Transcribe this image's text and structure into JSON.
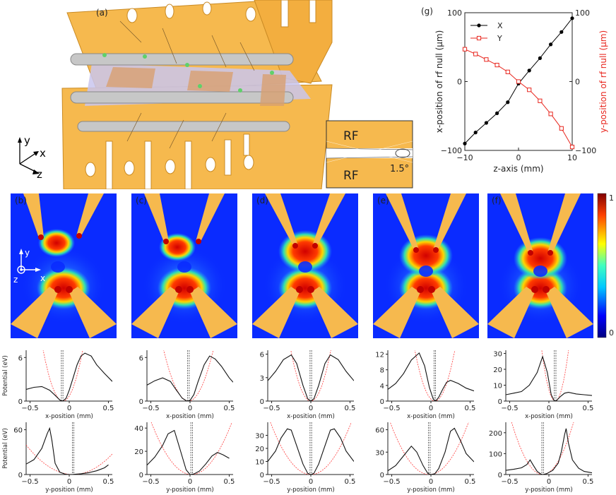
{
  "labels": {
    "a": "(a)",
    "g": "(g)",
    "b": "(b)",
    "c": "(c)",
    "d": "(d)",
    "e": "(e)",
    "f": "(f)",
    "rf_top": "RF",
    "rf_bottom": "RF",
    "angle": "1.5°",
    "axis_y": "y",
    "axis_x": "x",
    "axis_z": "z",
    "field_y": "y",
    "field_x": "x",
    "field_z": "z"
  },
  "colors": {
    "electrode": "#f6b94e",
    "electrode_edge": "#c98a24",
    "rod": "#c7c7c7",
    "field_low": "#0a2bff",
    "x_series": "#000000",
    "y_series": "#e8261e",
    "fit_curve": "#ff3b3b"
  },
  "colorbar": {
    "max_label": "1",
    "min_label": "0"
  },
  "chart_data": [
    {
      "id": "g",
      "type": "line",
      "xlabel": "z-axis (mm)",
      "ylabel_left": "x-position of rf null (μm)",
      "ylabel_right": "y-position of rf null (μm)",
      "xlim": [
        -10,
        10
      ],
      "ylim": [
        -100,
        100
      ],
      "x_ticks": [
        "−10",
        "0",
        "10"
      ],
      "y_ticks_left": [
        "100",
        "0",
        "−100"
      ],
      "y_ticks_right": [
        "100",
        "0",
        "−100"
      ],
      "legend_position": "top-left",
      "series": [
        {
          "name": "X",
          "marker": "circle",
          "color": "#000000",
          "x": [
            -10,
            -8,
            -6,
            -4,
            -2,
            0,
            2,
            4,
            6,
            8,
            10
          ],
          "y": [
            -90,
            -74,
            -60,
            -46,
            -30,
            -3,
            16,
            34,
            54,
            72,
            92
          ]
        },
        {
          "name": "Y",
          "marker": "square",
          "color": "#e8261e",
          "x": [
            -10,
            -8,
            -6,
            -4,
            -2,
            0,
            2,
            4,
            6,
            8,
            10
          ],
          "y": [
            47,
            40,
            32,
            24,
            14,
            0,
            -12,
            -28,
            -47,
            -68,
            -95
          ]
        }
      ]
    },
    {
      "id": "b",
      "type": "line",
      "panel": "b",
      "rows": [
        {
          "ylabel": "Potential (eV)",
          "xlabel": "x-position (mm)",
          "xlim": [
            -0.55,
            0.55
          ],
          "ylim": [
            0,
            7
          ],
          "x_ticks": [
            "−0.5",
            "0",
            "0.5"
          ],
          "y_ticks": [
            {
              "v": 0,
              "t": "0"
            },
            {
              "v": 6,
              "t": "6"
            }
          ],
          "dashed_x": [
            -0.1,
            -0.08
          ],
          "x": [
            -0.55,
            -0.45,
            -0.35,
            -0.25,
            -0.18,
            -0.12,
            -0.08,
            -0.04,
            0,
            0.05,
            0.1,
            0.15,
            0.2,
            0.28,
            0.35,
            0.45,
            0.55
          ],
          "y": [
            1.6,
            1.9,
            2.0,
            1.5,
            0.8,
            0.15,
            0.0,
            0.4,
            1.5,
            3.2,
            5.0,
            6.2,
            6.6,
            6.2,
            5.0,
            3.8,
            2.7
          ],
          "fit_x": [
            -0.3,
            -0.08,
            0.16
          ],
          "fit_a": 110
        },
        {
          "ylabel": "Potential (eV)",
          "xlabel": "y-position (mm)",
          "xlim": [
            -0.55,
            0.55
          ],
          "ylim": [
            0,
            70
          ],
          "x_ticks": [
            "−0.5",
            "0",
            "0.5"
          ],
          "y_ticks": [
            {
              "v": 0,
              "t": "0"
            },
            {
              "v": 60,
              "t": "60"
            }
          ],
          "dashed_x": [
            0.04,
            0.06
          ],
          "x": [
            -0.55,
            -0.45,
            -0.35,
            -0.28,
            -0.25,
            -0.22,
            -0.18,
            -0.12,
            -0.05,
            0,
            0.05,
            0.15,
            0.25,
            0.35,
            0.45,
            0.5
          ],
          "y": [
            14,
            20,
            35,
            55,
            62,
            45,
            15,
            3,
            0.5,
            0,
            0.2,
            1,
            2.5,
            5,
            9,
            13
          ],
          "fit_x": [
            -0.55,
            0.05,
            0.55
          ],
          "fit_a": 110
        }
      ]
    },
    {
      "id": "c",
      "type": "line",
      "panel": "c",
      "rows": [
        {
          "xlabel": "x-position (mm)",
          "xlim": [
            -0.55,
            0.55
          ],
          "ylim": [
            0,
            7
          ],
          "x_ticks": [
            "−0.5",
            "0",
            "0.5"
          ],
          "y_ticks": [
            {
              "v": 0,
              "t": "0"
            },
            {
              "v": 6,
              "t": "6"
            }
          ],
          "dashed_x": [
            -0.03,
            -0.01
          ],
          "x": [
            -0.55,
            -0.45,
            -0.35,
            -0.25,
            -0.18,
            -0.1,
            -0.04,
            0,
            0.05,
            0.1,
            0.18,
            0.25,
            0.32,
            0.4,
            0.5,
            0.55
          ],
          "y": [
            2.2,
            2.8,
            3.2,
            2.7,
            1.6,
            0.4,
            0.0,
            0.1,
            0.9,
            2.6,
            5.0,
            6.2,
            5.8,
            4.8,
            3.2,
            2.6
          ],
          "fit_x": [
            -0.32,
            -0.02,
            0.26
          ],
          "fit_a": 70
        },
        {
          "xlabel": "y-position (mm)",
          "xlim": [
            -0.55,
            0.55
          ],
          "ylim": [
            0,
            45
          ],
          "x_ticks": [
            "−0.5",
            "0",
            "0.5"
          ],
          "y_ticks": [
            {
              "v": 0,
              "t": "0"
            },
            {
              "v": 20,
              "t": "20"
            },
            {
              "v": 40,
              "t": "40"
            }
          ],
          "dashed_x": [
            0.01,
            0.03
          ],
          "x": [
            -0.55,
            -0.45,
            -0.35,
            -0.28,
            -0.2,
            -0.12,
            -0.05,
            0,
            0.05,
            0.12,
            0.2,
            0.28,
            0.35,
            0.42,
            0.5
          ],
          "y": [
            8,
            15,
            25,
            35,
            38,
            20,
            4,
            0,
            0.5,
            3,
            9,
            16,
            19,
            17,
            14
          ],
          "fit_x": [
            -0.55,
            0.02,
            0.55
          ],
          "fit_a": 170
        }
      ]
    },
    {
      "id": "d",
      "type": "line",
      "panel": "d",
      "rows": [
        {
          "xlabel": "x-position (mm)",
          "xlim": [
            -0.55,
            0.55
          ],
          "ylim": [
            0,
            6.5
          ],
          "x_ticks": [
            "−0.5",
            "0",
            "0.5"
          ],
          "y_ticks": [
            {
              "v": 0,
              "t": "0"
            },
            {
              "v": 3,
              "t": "3"
            },
            {
              "v": 6,
              "t": "6"
            }
          ],
          "dashed_x": [
            -0.01,
            0.01
          ],
          "x": [
            -0.55,
            -0.45,
            -0.35,
            -0.25,
            -0.18,
            -0.1,
            -0.04,
            0,
            0.04,
            0.1,
            0.18,
            0.25,
            0.35,
            0.45,
            0.55
          ],
          "y": [
            2.6,
            3.8,
            5.3,
            5.9,
            4.8,
            2.0,
            0.3,
            0,
            0.3,
            2.0,
            4.8,
            5.9,
            5.3,
            3.8,
            2.6
          ],
          "fit_x": [
            -0.27,
            0.0,
            0.27
          ],
          "fit_a": 100
        },
        {
          "xlabel": "y-position (mm)",
          "xlim": [
            -0.55,
            0.55
          ],
          "ylim": [
            0,
            40
          ],
          "x_ticks": [
            "−0.5",
            "0",
            "0.5"
          ],
          "y_ticks": [
            {
              "v": 0,
              "t": "0"
            },
            {
              "v": 10,
              "t": "10"
            },
            {
              "v": 20,
              "t": "20"
            },
            {
              "v": 30,
              "t": "30"
            }
          ],
          "dashed_x": [
            -0.01,
            0.01
          ],
          "x": [
            -0.55,
            -0.45,
            -0.38,
            -0.3,
            -0.25,
            -0.18,
            -0.1,
            -0.04,
            0,
            0.04,
            0.1,
            0.18,
            0.25,
            0.3,
            0.38,
            0.45,
            0.55
          ],
          "y": [
            10,
            18,
            28,
            35,
            34,
            22,
            8,
            1,
            0,
            1,
            8,
            22,
            34,
            35,
            28,
            18,
            10
          ],
          "fit_x": [
            -0.55,
            0.0,
            0.55
          ],
          "fit_a": 150
        }
      ]
    },
    {
      "id": "e",
      "type": "line",
      "panel": "e",
      "rows": [
        {
          "xlabel": "x-position (mm)",
          "xlim": [
            -0.55,
            0.55
          ],
          "ylim": [
            0,
            13
          ],
          "x_ticks": [
            "−0.5",
            "0",
            "0.5"
          ],
          "y_ticks": [
            {
              "v": 0,
              "t": "0"
            },
            {
              "v": 4,
              "t": "4"
            },
            {
              "v": 8,
              "t": "8"
            },
            {
              "v": 12,
              "t": "12"
            }
          ],
          "dashed_x": [
            0.04,
            0.06
          ],
          "x": [
            -0.55,
            -0.45,
            -0.35,
            -0.25,
            -0.15,
            -0.08,
            -0.02,
            0.03,
            0.06,
            0.1,
            0.15,
            0.2,
            0.25,
            0.35,
            0.45,
            0.55
          ],
          "y": [
            3.0,
            4.5,
            7.0,
            10.5,
            12.3,
            9.0,
            3.5,
            0.5,
            0.0,
            1.0,
            3.0,
            4.8,
            5.3,
            4.5,
            3.3,
            2.6
          ],
          "fit_x": [
            -0.2,
            0.05,
            0.22
          ],
          "fit_a": 200
        },
        {
          "xlabel": "y-position (mm)",
          "xlim": [
            -0.55,
            0.55
          ],
          "ylim": [
            0,
            70
          ],
          "x_ticks": [
            "−0.5",
            "0",
            "0.5"
          ],
          "y_ticks": [
            {
              "v": 0,
              "t": "0"
            },
            {
              "v": 30,
              "t": "30"
            },
            {
              "v": 60,
              "t": "60"
            }
          ],
          "dashed_x": [
            -0.03,
            -0.01
          ],
          "x": [
            -0.55,
            -0.45,
            -0.35,
            -0.25,
            -0.18,
            -0.1,
            -0.04,
            0,
            0.05,
            0.1,
            0.18,
            0.25,
            0.3,
            0.38,
            0.45,
            0.55
          ],
          "y": [
            5,
            12,
            25,
            38,
            30,
            12,
            1.5,
            0,
            1,
            8,
            30,
            58,
            62,
            45,
            28,
            17
          ],
          "fit_x": [
            -0.55,
            -0.02,
            0.55
          ],
          "fit_a": 280
        }
      ]
    },
    {
      "id": "f",
      "type": "line",
      "panel": "f",
      "rows": [
        {
          "xlabel": "x-position (mm)",
          "xlim": [
            -0.55,
            0.55
          ],
          "ylim": [
            0,
            32
          ],
          "x_ticks": [
            "−0.5",
            "0",
            "0.5"
          ],
          "y_ticks": [
            {
              "v": 0,
              "t": "0"
            },
            {
              "v": 10,
              "t": "10"
            },
            {
              "v": 20,
              "t": "20"
            },
            {
              "v": 30,
              "t": "30"
            }
          ],
          "dashed_x": [
            0.07,
            0.09
          ],
          "x": [
            -0.55,
            -0.45,
            -0.35,
            -0.25,
            -0.15,
            -0.08,
            -0.02,
            0.03,
            0.07,
            0.1,
            0.15,
            0.2,
            0.25,
            0.35,
            0.45,
            0.55
          ],
          "y": [
            4,
            5,
            6,
            10,
            18,
            28,
            18,
            4,
            0,
            0.5,
            3,
            5,
            5.5,
            4.5,
            4,
            3.5
          ],
          "fit_x": [
            -0.12,
            0.08,
            0.2
          ],
          "fit_a": 1100
        },
        {
          "xlabel": "y-position (mm)",
          "xlim": [
            -0.55,
            0.55
          ],
          "ylim": [
            0,
            250
          ],
          "x_ticks": [
            "−0.5",
            "0",
            "0.5"
          ],
          "y_ticks": [
            {
              "v": 0,
              "t": "0"
            },
            {
              "v": 100,
              "t": "100"
            },
            {
              "v": 200,
              "t": "200"
            }
          ],
          "dashed_x": [
            -0.09,
            -0.07
          ],
          "x": [
            -0.55,
            -0.45,
            -0.35,
            -0.28,
            -0.24,
            -0.2,
            -0.15,
            -0.1,
            -0.08,
            -0.03,
            0.05,
            0.12,
            0.16,
            0.2,
            0.22,
            0.25,
            0.3,
            0.38,
            0.45,
            0.55
          ],
          "y": [
            20,
            25,
            32,
            48,
            70,
            45,
            15,
            2,
            0,
            4,
            20,
            55,
            110,
            190,
            220,
            150,
            70,
            30,
            15,
            8
          ],
          "fit_x": [
            -0.55,
            -0.08,
            0.5
          ],
          "fit_a": 1600
        }
      ]
    }
  ]
}
